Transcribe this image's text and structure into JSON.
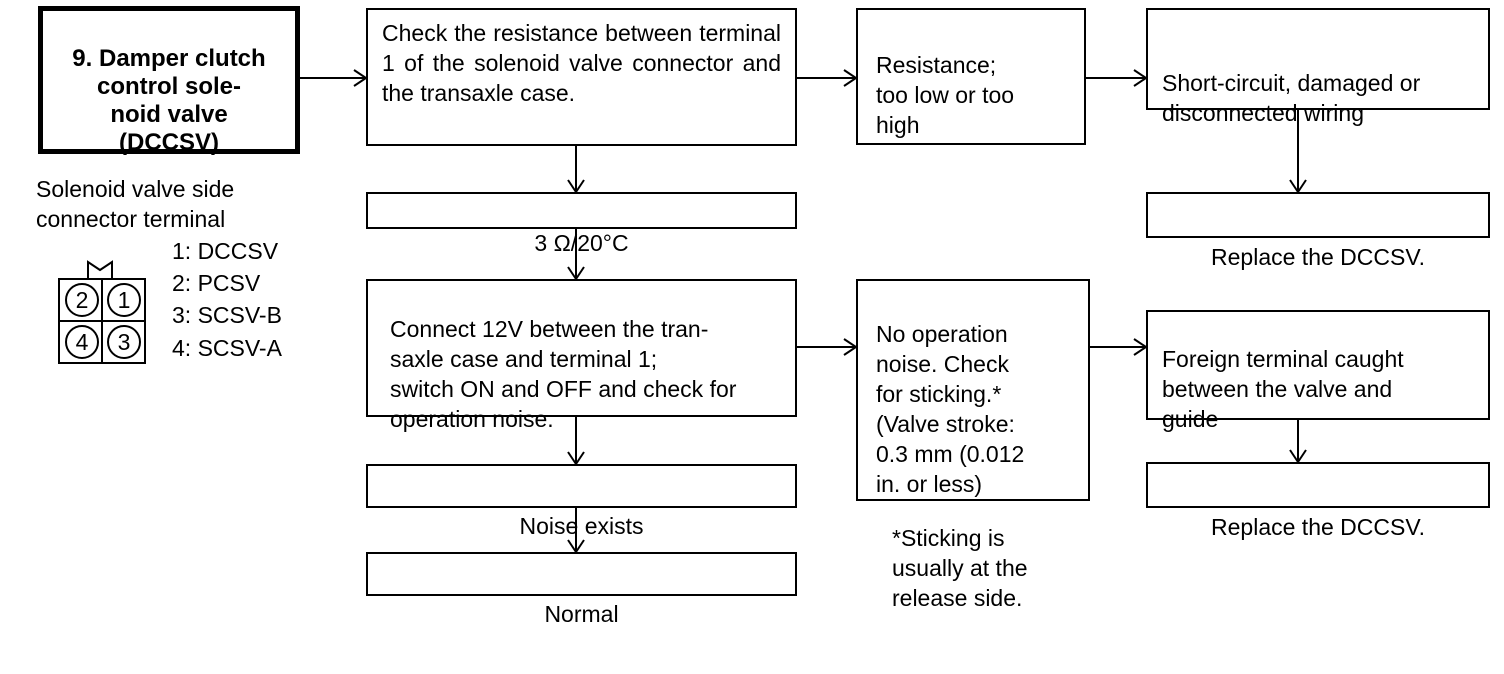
{
  "title": "9. Damper clutch\ncontrol sole-\nnoid valve\n(DCCSV)",
  "connector": {
    "label": "Solenoid valve side\nconnector terminal",
    "terminals": [
      "1: DCCSV",
      "2: PCSV",
      "3: SCSV-B",
      "4: SCSV-A"
    ],
    "pins": [
      "2",
      "1",
      "4",
      "3"
    ]
  },
  "steps": {
    "check_resistance": "Check the resistance between terminal 1 of the solenoid valve connector and the transaxle case.",
    "resistance_spec": "3 Ω/20°C",
    "connect_12v": "Connect 12V between the tran-\nsaxle case and terminal 1;\nswitch ON and OFF and check for\noperation noise.",
    "noise_exists": "Noise exists",
    "normal": "Normal",
    "resistance_bad": "Resistance;\ntoo low or too\nhigh",
    "wiring_fault": "Short-circuit, damaged or\ndisconnected wiring",
    "replace_1": "Replace the DCCSV.",
    "no_noise": "No operation\nnoise. Check\nfor sticking.*\n(Valve stroke:\n0.3 mm (0.012\nin. or less)",
    "foreign_terminal": "Foreign terminal caught\nbetween the valve and\nguide",
    "replace_2": "Replace the DCCSV."
  },
  "footnote": "*Sticking is\nusually at the\nrelease side."
}
